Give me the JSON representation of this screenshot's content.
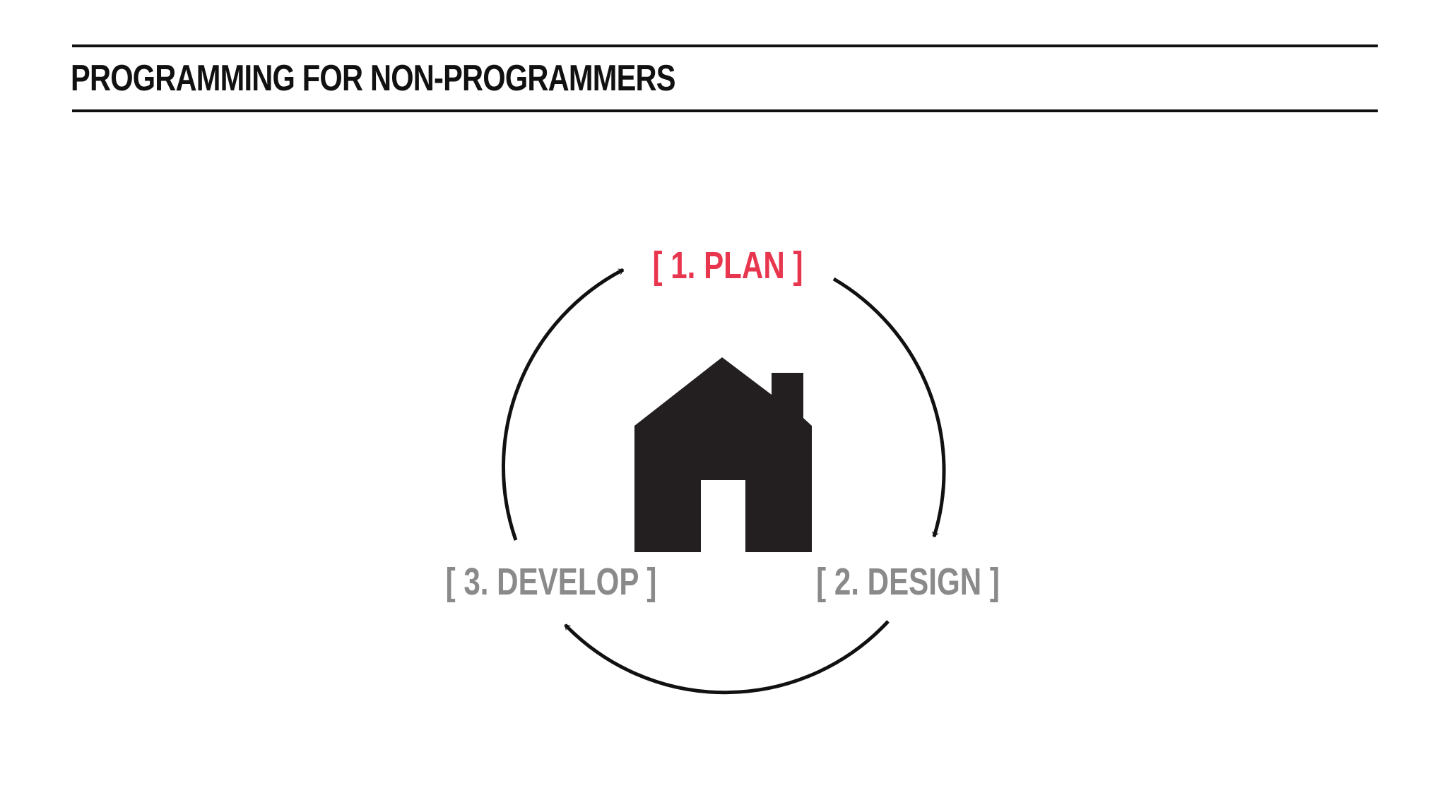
{
  "slide": {
    "title": "PROGRAMMING FOR NON-PROGRAMMERS"
  },
  "cycle": {
    "steps": [
      {
        "label": "[ 1. PLAN ]",
        "color": "#e8364f"
      },
      {
        "label": "[ 2. DESIGN ]",
        "color": "#8a8a8a"
      },
      {
        "label": "[ 3. DEVELOP ]",
        "color": "#8a8a8a"
      }
    ],
    "center_icon": "house-icon",
    "arrow_icon": "cycle-arrow-icon",
    "colors": {
      "ink": "#111111",
      "icon": "#231f20",
      "active": "#e8364f",
      "inactive": "#8a8a8a"
    }
  }
}
